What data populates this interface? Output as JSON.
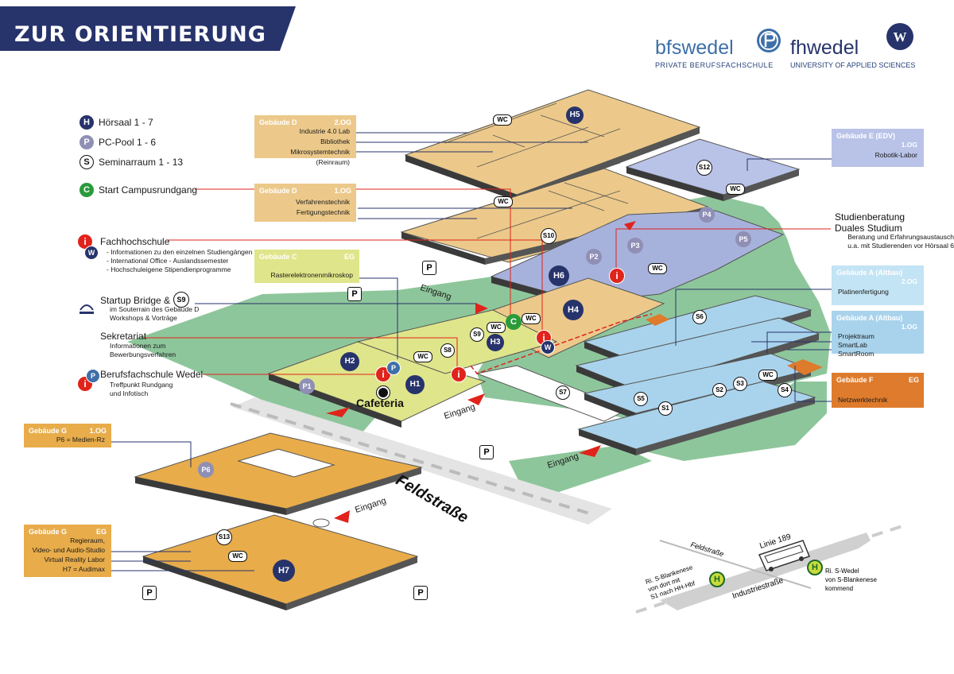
{
  "header": {
    "title": "ZUR ORIENTIERUNG",
    "banner_color": "#27336b"
  },
  "logos": {
    "bfs_name": "bfswedel",
    "bfs_sub": "PRIVATE BERUFSFACHSCHULE",
    "fh_name": "fhwedel",
    "fh_sub": "UNIVERSITY OF APPLIED SCIENCES"
  },
  "legend": [
    {
      "icon": "H",
      "label": "Hörsaal 1 - 7"
    },
    {
      "icon": "P",
      "label": "PC-Pool 1 - 6"
    },
    {
      "icon": "S",
      "label": "Seminarraum 1 - 13"
    },
    {
      "icon": "C",
      "label": "Start Campusrundgang"
    }
  ],
  "info": {
    "fachhochschule": {
      "title": "Fachhochschule",
      "lines": [
        "-   Informationen zu den einzelnen Studiengängen",
        "-   International Office - Auslandssemester",
        "-   Hochschuleigene Stipendienprogramme"
      ]
    },
    "startup": {
      "title": "Startup Bridge &",
      "badge": "S9",
      "lines": [
        "im Souterrain des Gebäude D",
        "Workshops & Vorträge"
      ]
    },
    "sekretariat": {
      "title": "Sekretariat",
      "lines": [
        "Informationen zum",
        "Bewerbungsverfahren"
      ]
    },
    "berufsfachschule": {
      "title": "Berufsfachschule Wedel",
      "lines": [
        "Treffpunkt Rundgang",
        "und Infotisch"
      ]
    }
  },
  "buildings": {
    "d2": {
      "name": "Gebäude D",
      "floor": "2.OG",
      "items": [
        "Industrie 4.0 Lab",
        "Bibliothek",
        "Mikrosystemtechnik (Reinraum)"
      ]
    },
    "d1": {
      "name": "Gebäude D",
      "floor": "1.OG",
      "items": [
        "Verfahrenstechnik",
        "Fertigungstechnik"
      ]
    },
    "c": {
      "name": "Gebäude C",
      "floor": "EG",
      "items": [
        "Rasterelektronenmikroskop"
      ]
    },
    "e": {
      "name": "Gebäude E (EDV)",
      "floor": "1.OG",
      "items": [
        "Robotik-Labor"
      ]
    },
    "a2": {
      "name": "Gebäude A (Altbau)",
      "floor": "2.OG",
      "items": [
        "Platinenfertigung"
      ]
    },
    "a1": {
      "name": "Gebäude A (Altbau)",
      "floor": "1.OG",
      "items": [
        "Projektraum",
        "SmartLab",
        "SmartRoom"
      ]
    },
    "f": {
      "name": "Gebäude F",
      "floor": "EG",
      "items": [
        "Netzwerktechnik"
      ]
    },
    "g1": {
      "name": "Gebäude G",
      "floor": "1.OG",
      "items": [
        "P6 = Medien-Rz"
      ]
    },
    "g0": {
      "name": "Gebäude G",
      "floor": "EG",
      "items": [
        "Regieraum,",
        "Video- und Audio-Studio",
        "Virtual Reality Labor",
        "H7 = Audimax"
      ]
    }
  },
  "studienberatung": {
    "title1": "Studienberatung",
    "title2": "Duales Studium",
    "lines": [
      "Beratung und Erfahrungsaustausch",
      "u.a. mit Studierenden vor Hörsaal 6"
    ]
  },
  "rooms": {
    "h1": "H1",
    "h2": "H2",
    "h3": "H3",
    "h4": "H4",
    "h5": "H5",
    "h6": "H6",
    "h7": "H7",
    "p1": "P1",
    "p2": "P2",
    "p3": "P3",
    "p4": "P4",
    "p5": "P5",
    "p6": "P6",
    "s1": "S1",
    "s2": "S2",
    "s3": "S3",
    "s4": "S4",
    "s5": "S5",
    "s6": "S6",
    "s7": "S7",
    "s8": "S8",
    "s9": "S9",
    "s10": "S10",
    "s12": "S12",
    "s13": "S13",
    "wc": "WC",
    "c": "C",
    "parking": "P"
  },
  "labels": {
    "cafeteria": "Cafeteria",
    "eingang": "Eingang",
    "feldstrasse": "Feldstraße",
    "feldstrasse_small": "Feldstraße",
    "industriestrasse": "Industriestraße",
    "linie": "Linie 189",
    "ri_blankenese": [
      "Ri. S-Blankenese",
      "von dort mit",
      "S1 nach HH-Hbf"
    ],
    "ri_wedel": [
      "Ri. S-Wedel",
      "von S-Blankenese",
      "kommend"
    ],
    "bus_h": "H"
  },
  "colors": {
    "navy": "#27336b",
    "beige": "#ecc98a",
    "yellowgreen": "#dfe58a",
    "orange": "#e8ac4a",
    "lightblue": "#a9d3ec",
    "lavender": "#a7b2dc",
    "green": "#8ec69b",
    "red": "#e0231b",
    "darkorange": "#de7b2c"
  }
}
